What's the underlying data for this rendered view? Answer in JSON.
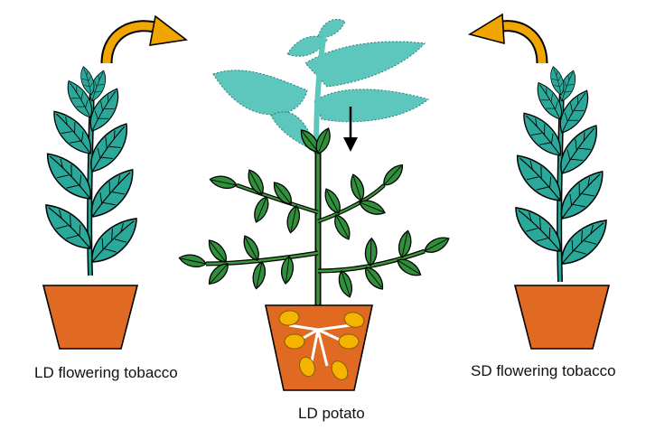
{
  "labels": {
    "left_plant": "LD flowering tobacco",
    "center_plant": "LD potato",
    "right_plant": "SD flowering tobacco"
  },
  "colors": {
    "leaf": "#2aa89a",
    "leaf_light": "#5ec7bd",
    "potato_leaf": "#3d9a3a",
    "pot": "#e06a22",
    "tuber": "#f5b400",
    "arrow_orange": "#f0a500",
    "outline": "#000000"
  },
  "icons": [
    "curved-arrow-icon",
    "down-arrow-icon"
  ]
}
